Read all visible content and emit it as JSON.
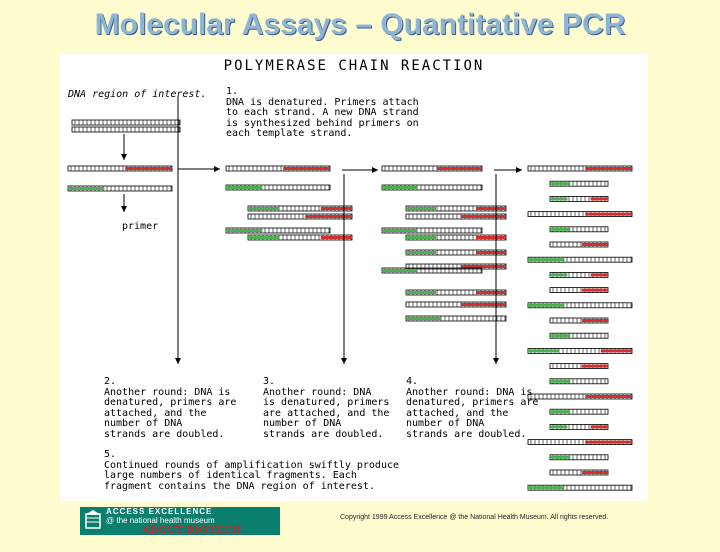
{
  "slide": {
    "title": "Molecular Assays – Quantitative PCR"
  },
  "figure": {
    "heading": "POLYMERASE CHAIN REACTION",
    "dna_label": "DNA region of interest.",
    "primer_label": "primer",
    "step1": "1.\nDNA is denatured. Primers attach\nto each strand. A new DNA strand\nis synthesized behind primers on\neach template strand.",
    "step2": "2.\nAnother round: DNA is\ndenatured, primers are\nattached, and the\nnumber of DNA\nstrands are doubled.",
    "step3": "3.\nAnother round: DNA\nis denatured, primers\nare attached, and the\nnumber of DNA\nstrands are doubled.",
    "step4": "4.\nAnother round: DNA is\ndenatured, primers are\nattached, and the\nnumber of DNA\nstrands are doubled.",
    "step5": "5.\nContinued rounds of amplification swiftly produce\nlarge numbers of identical fragments. Each\nfragment contains the DNA region of interest."
  },
  "footer": {
    "logo_line1": "ACCESS EXCELLENCE",
    "logo_line2": "@ the national health museum",
    "about": "ABOUT BIOTECH",
    "copyright": "Copyright 1999 Access Excellence @ the National Health Museum. All rights reserved."
  },
  "colors": {
    "background": "#fffdd0",
    "title": "#8fb5d6",
    "primer_red": "#d32f2f",
    "strand_green": "#4caf50",
    "logo_teal": "#0a7f6e"
  }
}
